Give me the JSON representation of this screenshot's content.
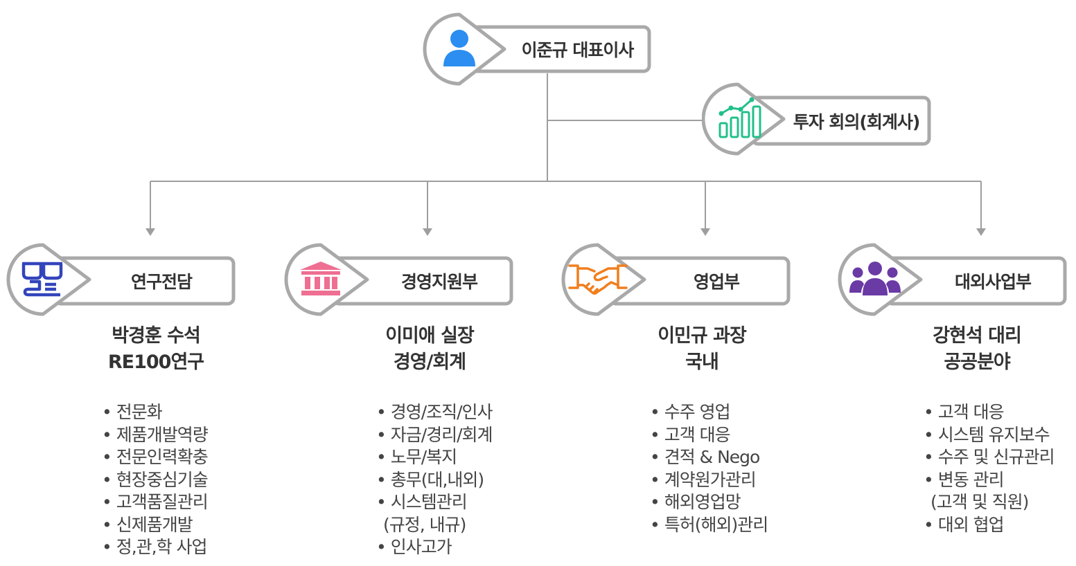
{
  "colors": {
    "ceo": "#2b8ef0",
    "investment": "#21c08b",
    "research": "#3344bb",
    "management": "#ee6f91",
    "sales": "#f07f1e",
    "external": "#6a3aa5",
    "node_border": "#a9a9a9",
    "line": "#9e9e9e"
  },
  "ceo": {
    "label": "이준규 대표이사",
    "icon": "person-icon"
  },
  "investment": {
    "label": "투자 회의(회계사)",
    "icon": "growth-chart-icon"
  },
  "departments": [
    {
      "label": "연구전담",
      "icon": "glasses-icon",
      "person_name": "박경훈 수석",
      "person_role": "RE100연구",
      "duties": [
        {
          "text": "전문화",
          "bullet": true
        },
        {
          "text": "제품개발역량",
          "bullet": true
        },
        {
          "text": "전문인력확충",
          "bullet": true
        },
        {
          "text": "현장중심기술",
          "bullet": true
        },
        {
          "text": "고객품질관리",
          "bullet": true
        },
        {
          "text": "신제품개발",
          "bullet": true
        },
        {
          "text": "정,관,학 사업",
          "bullet": true
        }
      ]
    },
    {
      "label": "경영지원부",
      "icon": "bank-icon",
      "person_name": "이미애 실장",
      "person_role": "경영/회계",
      "duties": [
        {
          "text": "경영/조직/인사",
          "bullet": true
        },
        {
          "text": "자금/경리/회계",
          "bullet": true
        },
        {
          "text": "노무/복지",
          "bullet": true
        },
        {
          "text": "총무(대,내외)",
          "bullet": true
        },
        {
          "text": "시스템관리",
          "bullet": true
        },
        {
          "text": "(규정, 내규)",
          "bullet": false
        },
        {
          "text": "인사고가",
          "bullet": true
        }
      ]
    },
    {
      "label": "영업부",
      "icon": "handshake-icon",
      "person_name": "이민규 과장",
      "person_role": "국내",
      "duties": [
        {
          "text": "수주 영업",
          "bullet": true
        },
        {
          "text": "고객 대응",
          "bullet": true
        },
        {
          "text": "견적 & Nego",
          "bullet": true
        },
        {
          "text": "계약원가관리",
          "bullet": true
        },
        {
          "text": "해외영업망",
          "bullet": true
        },
        {
          "text": "특허(해외)관리",
          "bullet": true
        }
      ]
    },
    {
      "label": "대외사업부",
      "icon": "group-icon",
      "person_name": "강현석 대리",
      "person_role": "공공분야",
      "duties": [
        {
          "text": "고객 대응",
          "bullet": true
        },
        {
          "text": "시스템 유지보수",
          "bullet": true
        },
        {
          "text": "수주 및 신규관리",
          "bullet": true
        },
        {
          "text": "변동 관리",
          "bullet": true
        },
        {
          "text": "(고객 및 직원)",
          "bullet": false
        },
        {
          "text": "대외 협업",
          "bullet": true
        }
      ]
    }
  ]
}
